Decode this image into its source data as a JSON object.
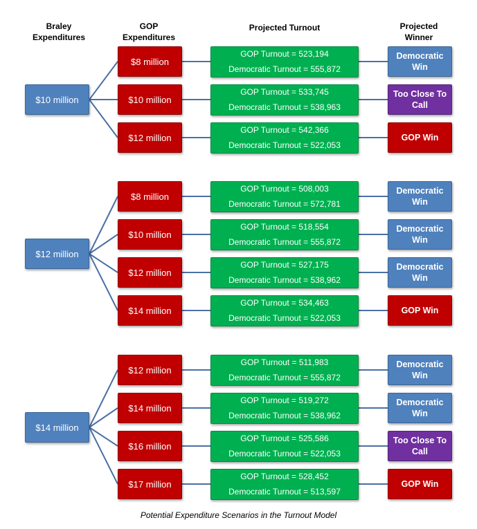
{
  "headers": {
    "braley": "Braley\nExpenditures",
    "gop": "GOP\nExpenditures",
    "turnout": "Projected Turnout",
    "winner": "Projected\nWinner"
  },
  "colors": {
    "braley_box": "#4f81bd",
    "gop_box": "#c00000",
    "turnout_box": "#00b050",
    "democratic_win": "#4f81bd",
    "gop_win": "#c00000",
    "too_close": "#7030a0",
    "connector": "#4a6fa5"
  },
  "groups": [
    {
      "braley": "$10 million",
      "scenarios": [
        {
          "gop": "$8 million",
          "gop_turnout": "GOP Turnout = 523,194",
          "dem_turnout": "Democratic Turnout = 555,872",
          "winner": "Democratic\nWin",
          "winner_type": "dem"
        },
        {
          "gop": "$10 million",
          "gop_turnout": "GOP Turnout = 533,745",
          "dem_turnout": "Democratic Turnout = 538,963",
          "winner": "Too Close To\nCall",
          "winner_type": "close"
        },
        {
          "gop": "$12 million",
          "gop_turnout": "GOP Turnout = 542,366",
          "dem_turnout": "Democratic Turnout = 522,053",
          "winner": "GOP Win",
          "winner_type": "gop"
        }
      ]
    },
    {
      "braley": "$12 million",
      "scenarios": [
        {
          "gop": "$8 million",
          "gop_turnout": "GOP Turnout = 508,003",
          "dem_turnout": "Democratic Turnout = 572,781",
          "winner": "Democratic\nWin",
          "winner_type": "dem"
        },
        {
          "gop": "$10 million",
          "gop_turnout": "GOP Turnout = 518,554",
          "dem_turnout": "Democratic Turnout = 555,872",
          "winner": "Democratic\nWin",
          "winner_type": "dem"
        },
        {
          "gop": "$12 million",
          "gop_turnout": "GOP Turnout = 527,175",
          "dem_turnout": "Democratic Turnout = 538,962",
          "winner": "Democratic\nWin",
          "winner_type": "dem"
        },
        {
          "gop": "$14 million",
          "gop_turnout": "GOP Turnout = 534,463",
          "dem_turnout": "Democratic Turnout = 522,053",
          "winner": "GOP Win",
          "winner_type": "gop"
        }
      ]
    },
    {
      "braley": "$14 million",
      "scenarios": [
        {
          "gop": "$12 million",
          "gop_turnout": "GOP Turnout = 511,983",
          "dem_turnout": "Democratic Turnout = 555,872",
          "winner": "Democratic\nWin",
          "winner_type": "dem"
        },
        {
          "gop": "$14 million",
          "gop_turnout": "GOP Turnout = 519,272",
          "dem_turnout": "Democratic Turnout = 538,962",
          "winner": "Democratic\nWin",
          "winner_type": "dem"
        },
        {
          "gop": "$16 million",
          "gop_turnout": "GOP Turnout = 525,586",
          "dem_turnout": "Democratic Turnout = 522,053",
          "winner": "Too Close To\nCall",
          "winner_type": "close"
        },
        {
          "gop": "$17 million",
          "gop_turnout": "GOP Turnout = 528,452",
          "dem_turnout": "Democratic Turnout = 513,597",
          "winner": "GOP Win",
          "winner_type": "gop"
        }
      ]
    }
  ],
  "caption": "Potential Expenditure Scenarios in the Turnout Model"
}
